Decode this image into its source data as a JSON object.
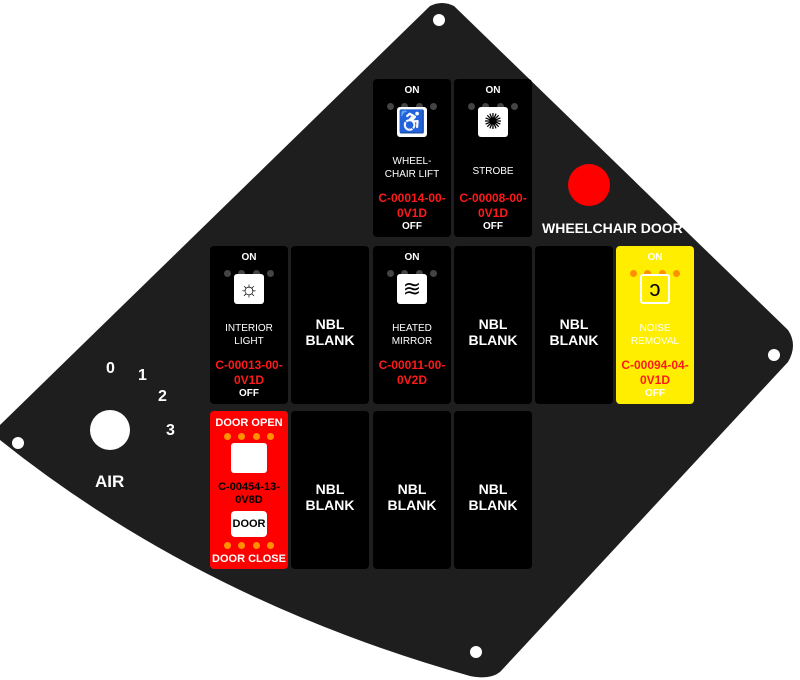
{
  "panel": {
    "air_label": "AIR",
    "air_positions": [
      "0",
      "1",
      "2",
      "3"
    ],
    "wheelchair_door_label": "WHEELCHAIR DOOR",
    "accent_colors": {
      "panel": "#1e1e1e",
      "red": "#ff0000",
      "yellow": "#ffee00",
      "led_orange": "#ff9000"
    }
  },
  "switches": {
    "wheelchair_lift": {
      "top": "ON",
      "label": "WHEEL-\nCHAIR LIFT",
      "code": "C-00014-00-\n0V1D",
      "bottom": "OFF",
      "icon": "wheelchair-icon"
    },
    "strobe": {
      "top": "ON",
      "label": "STROBE",
      "code": "C-00008-00-\n0V1D",
      "bottom": "OFF",
      "icon": "strobe-icon"
    },
    "interior_light": {
      "top": "ON",
      "label": "INTERIOR\nLIGHT",
      "code": "C-00013-00-\n0V1D",
      "bottom": "OFF",
      "icon": "dome-light-icon"
    },
    "heated_mirror": {
      "top": "ON",
      "label": "HEATED\nMIRROR",
      "code": "C-00011-00-\n0V2D",
      "bottom": "",
      "icon": "heated-mirror-icon"
    },
    "noise_removal": {
      "top": "ON",
      "label": "NOISE\nREMOVAL",
      "code": "C-00094-04-\n0V1D",
      "bottom": "OFF",
      "icon": "ear-icon"
    },
    "door": {
      "top": "DOOR OPEN",
      "code": "C-00454-13-\n0V8D",
      "button": "DOOR",
      "bottom": "DOOR CLOSE",
      "icon": "door-icon"
    },
    "blank_label": "NBL\nBLANK"
  }
}
